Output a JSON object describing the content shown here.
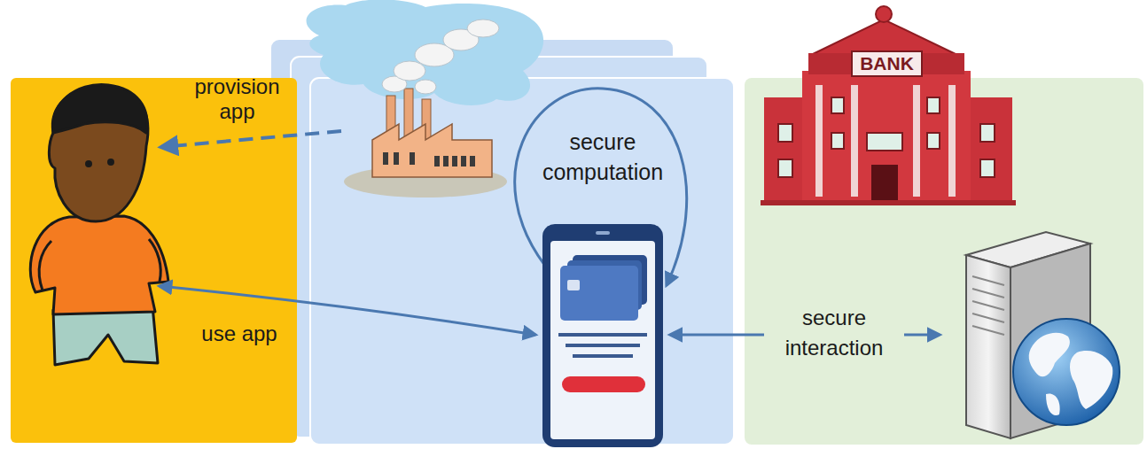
{
  "diagram": {
    "nodes": [
      {
        "text": [
          "BANK"
        ]
      }
    ],
    "labels": [
      "provision app",
      "secure computation",
      "use app",
      "secure interaction"
    ]
  }
}
